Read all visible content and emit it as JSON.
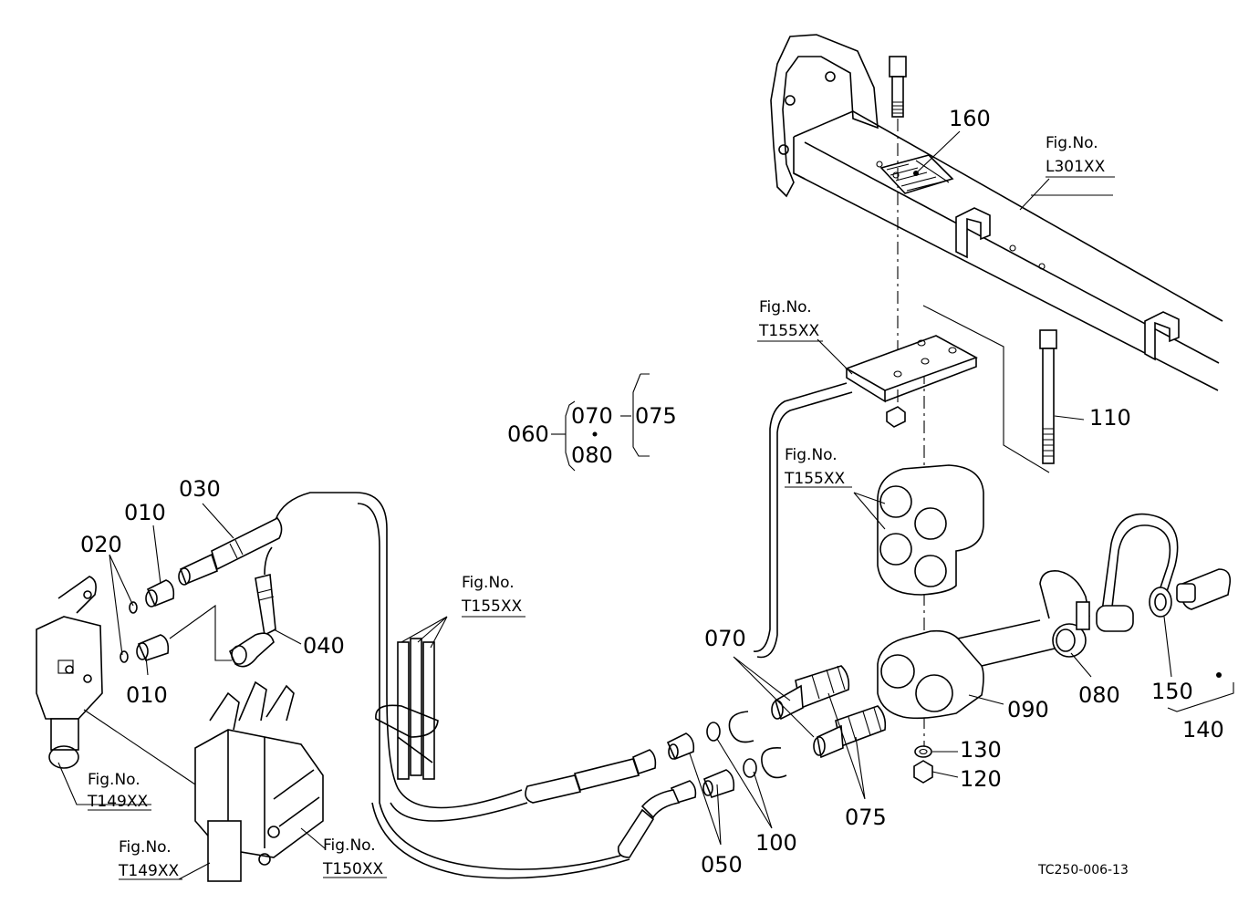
{
  "diagram_code": "TC250-006-13",
  "part_labels": {
    "p010a": "010",
    "p010b": "010",
    "p020": "020",
    "p030": "030",
    "p040": "040",
    "p050": "050",
    "p060": "060",
    "p070a": "070",
    "p070b": "070",
    "p075a": "075",
    "p075b": "075",
    "p080a": "080",
    "p080b": "080",
    "p090": "090",
    "p100": "100",
    "p110": "110",
    "p120": "120",
    "p130": "130",
    "p140": "140",
    "p150": "150",
    "p160": "160"
  },
  "fig_refs": {
    "l301": {
      "caption": "Fig.No.",
      "code": "L301XX"
    },
    "t155a": {
      "caption": "Fig.No.",
      "code": "T155XX"
    },
    "t155b": {
      "caption": "Fig.No.",
      "code": "T155XX"
    },
    "t155c": {
      "caption": "Fig.No.",
      "code": "T155XX"
    },
    "t149a": {
      "caption": "Fig.No.",
      "code": "T149XX"
    },
    "t149b": {
      "caption": "Fig.No.",
      "code": "T149XX"
    },
    "t150": {
      "caption": "Fig.No.",
      "code": "T150XX"
    }
  }
}
